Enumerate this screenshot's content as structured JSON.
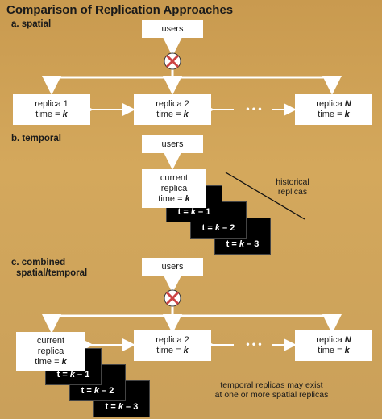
{
  "title": "Comparison of Replication Approaches",
  "sections": {
    "a": "a. spatial",
    "b": "b. temporal",
    "c1": "c. combined",
    "c2": "spatial/temporal"
  },
  "users_label": "users",
  "replica1": "replica 1",
  "replica2": "replica 2",
  "replicaN_prefix": "replica ",
  "replicaN_var": "N",
  "time_prefix": "time = ",
  "time_var": "k",
  "dots": "• • •",
  "current1": "current",
  "current2": "replica",
  "historical_label_1": "historical",
  "historical_label_2": "replicas",
  "hist_prefix": "t = ",
  "hist_suffixes": [
    " – 1",
    " – 2",
    " – 3"
  ],
  "temporal_note_1": "temporal replicas may exist",
  "temporal_note_2": "at one or more spatial replicas",
  "colors": {
    "background": "#c99a4f",
    "box": "#ffffff",
    "history": "#000000",
    "line": "#ffffff"
  }
}
